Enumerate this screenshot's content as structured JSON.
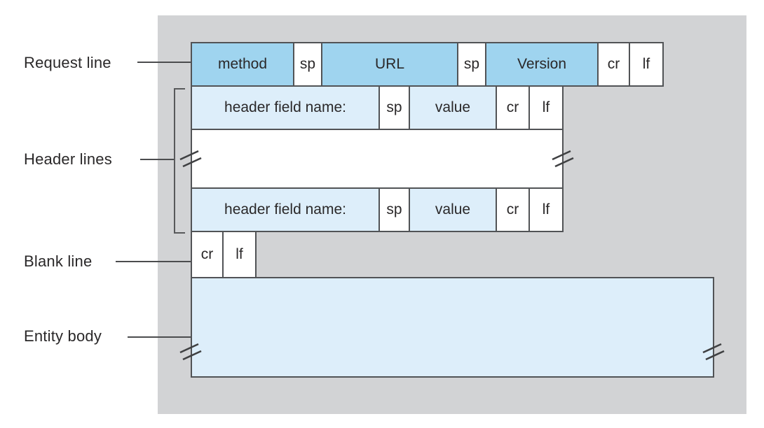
{
  "figure": {
    "name": "HTTP request message general format",
    "colors": {
      "panel_gray": "#d2d3d5",
      "box_blue": "#9fd4ef",
      "box_light_blue": "#ddeefa",
      "box_white": "#ffffff",
      "border": "#515356",
      "text": "#2a2829"
    },
    "labels": {
      "request_line": "Request line",
      "header_lines": "Header lines",
      "blank_line": "Blank line",
      "entity_body": "Entity body"
    },
    "request_line": {
      "cells": [
        {
          "text": "method"
        },
        {
          "text": "sp"
        },
        {
          "text": "URL"
        },
        {
          "text": "sp"
        },
        {
          "text": "Version"
        },
        {
          "text": "cr"
        },
        {
          "text": "lf"
        }
      ]
    },
    "header_line": {
      "cells": [
        {
          "text": "header field name:"
        },
        {
          "text": "sp"
        },
        {
          "text": "value"
        },
        {
          "text": "cr"
        },
        {
          "text": "lf"
        }
      ]
    },
    "blank_line": {
      "cells": [
        {
          "text": "cr"
        },
        {
          "text": "lf"
        }
      ]
    }
  }
}
